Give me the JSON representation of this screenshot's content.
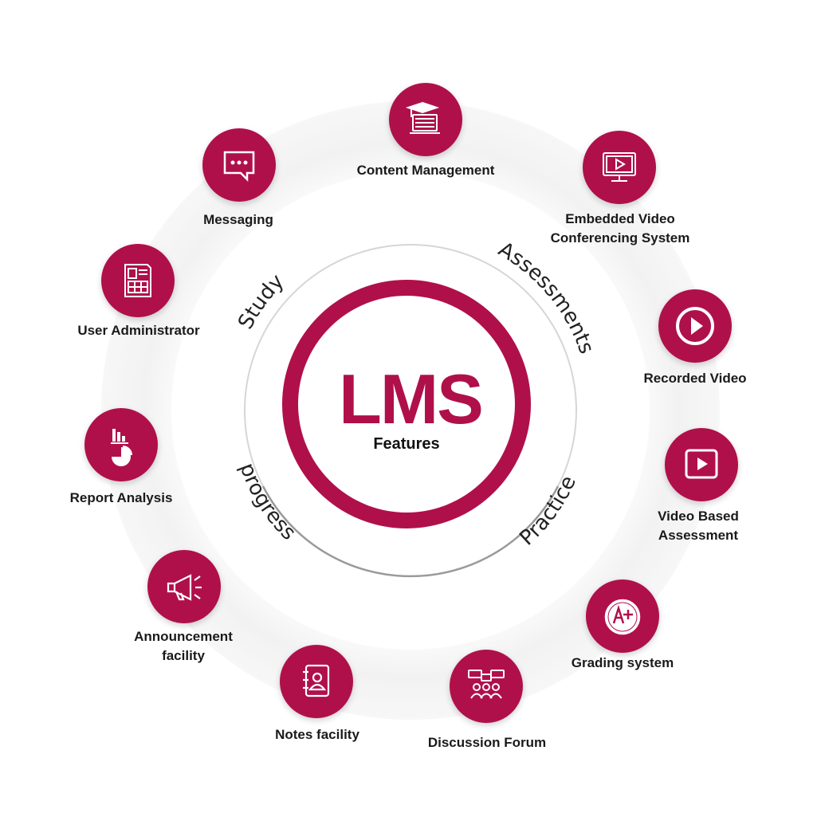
{
  "hub": {
    "title": "LMS",
    "subtitle": "Features"
  },
  "ring_words": [
    "Study",
    "Assessments",
    "Practice",
    "progress"
  ],
  "features": [
    {
      "label": [
        "Content Management"
      ],
      "icon": "graduation-laptop-icon"
    },
    {
      "label": [
        "Embedded Video",
        "Conferencing System"
      ],
      "icon": "monitor-play-icon"
    },
    {
      "label": [
        "Recorded Video"
      ],
      "icon": "play-circle-icon"
    },
    {
      "label": [
        "Video Based",
        "Assessment"
      ],
      "icon": "video-box-play-icon"
    },
    {
      "label": [
        "Grading system"
      ],
      "icon": "a-plus-grade-icon"
    },
    {
      "label": [
        "Discussion Forum"
      ],
      "icon": "group-chat-icon"
    },
    {
      "label": [
        "Notes facility"
      ],
      "icon": "contact-notebook-icon"
    },
    {
      "label": [
        "Announcement",
        "facility"
      ],
      "icon": "megaphone-icon"
    },
    {
      "label": [
        "Report Analysis"
      ],
      "icon": "bar-pie-chart-icon"
    },
    {
      "label": [
        "User Administrator"
      ],
      "icon": "document-grid-icon"
    },
    {
      "label": [
        "Messaging"
      ],
      "icon": "chat-bubble-icon"
    }
  ],
  "colors": {
    "accent": "#b0104a",
    "halo": "#f3f3f3",
    "ring_line": "#c9c9c9"
  }
}
